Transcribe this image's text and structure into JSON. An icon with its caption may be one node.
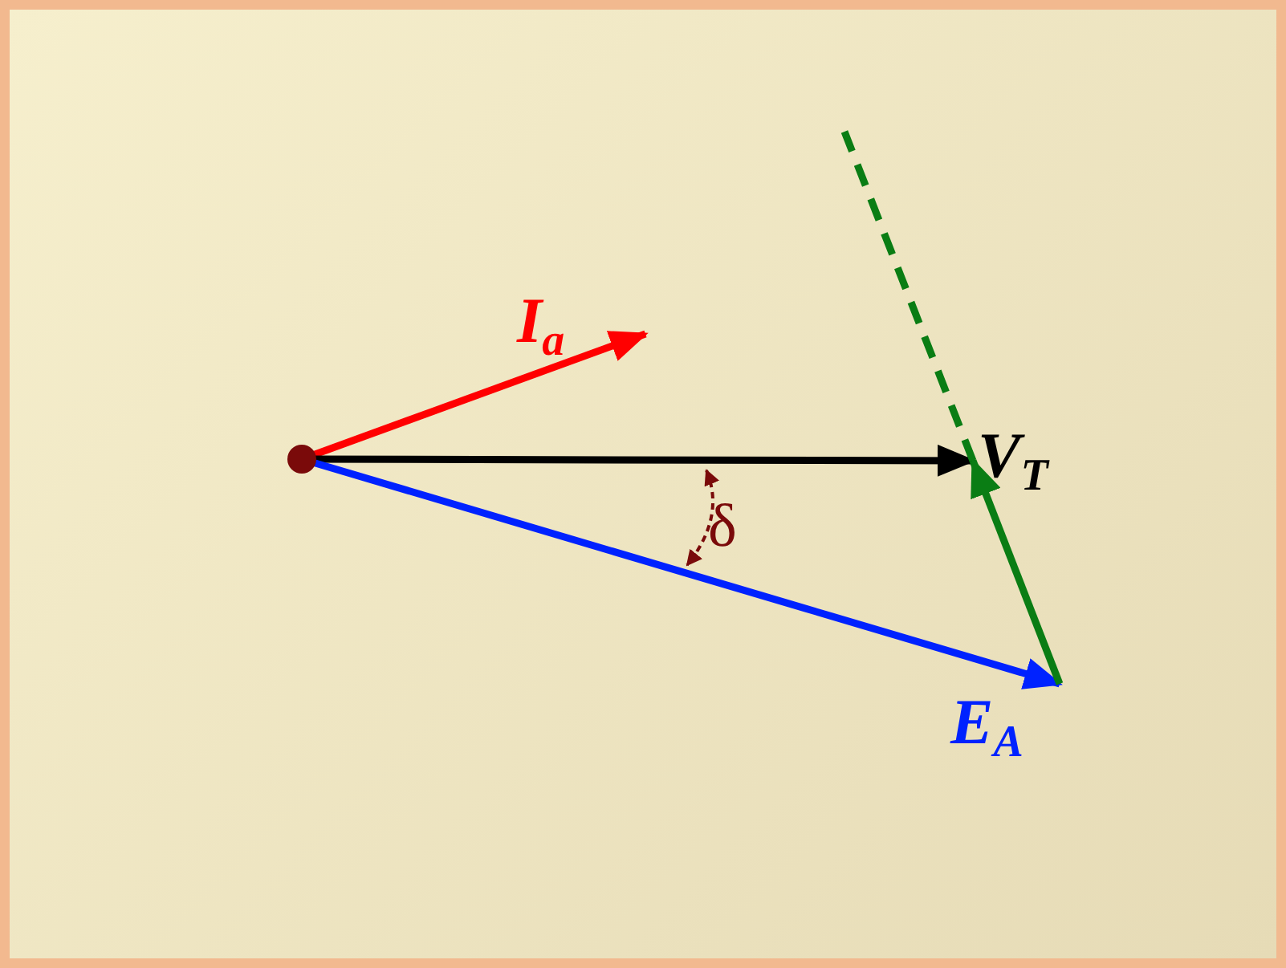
{
  "diagram": {
    "nodes": [
      {
        "text": [],
        "shape": "circle"
      },
      {
        "text": [
          "I$_{a}$"
        ]
      },
      {
        "text": [
          "V$_{T}$"
        ]
      },
      {
        "text": [
          "E$_{A}$"
        ]
      }
    ],
    "edges": [
      {
        "from": 0,
        "to": 1,
        "arrow": "to",
        "color": "#ff0000"
      },
      {
        "from": 0,
        "to": 2,
        "arrow": "to",
        "color": "#000000"
      },
      {
        "from": 0,
        "to": 3,
        "arrow": "to",
        "color": "#0022ff"
      },
      {
        "from": 3,
        "to": 2,
        "arrow": "to",
        "color": "#0a7d14"
      },
      {
        "from": 2,
        "to": null,
        "arrow": "none",
        "style": "dashed",
        "color": "#0a7d14"
      }
    ],
    "labels": [
      "δ"
    ]
  }
}
